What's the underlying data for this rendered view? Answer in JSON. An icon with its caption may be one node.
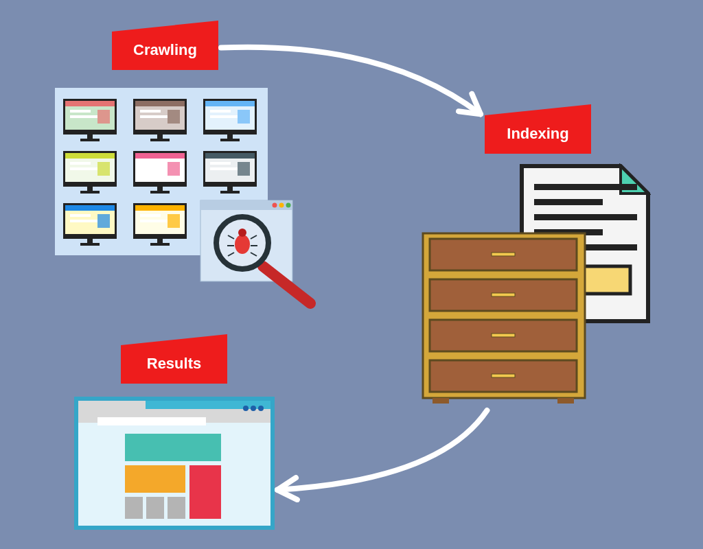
{
  "diagram": {
    "nodes": [
      {
        "text": [
          "Crawling"
        ]
      },
      {
        "text": [],
        "shape": "picture"
      },
      {
        "text": [
          "Indexing"
        ]
      },
      {
        "text": [],
        "shape": "picture"
      },
      {
        "text": [
          "Results"
        ]
      },
      {
        "text": [],
        "shape": "picture"
      }
    ],
    "edges": [
      {
        "from": 0,
        "to": 2,
        "arrow": "to"
      },
      {
        "from": 3,
        "to": 5,
        "arrow": "to"
      }
    ]
  }
}
